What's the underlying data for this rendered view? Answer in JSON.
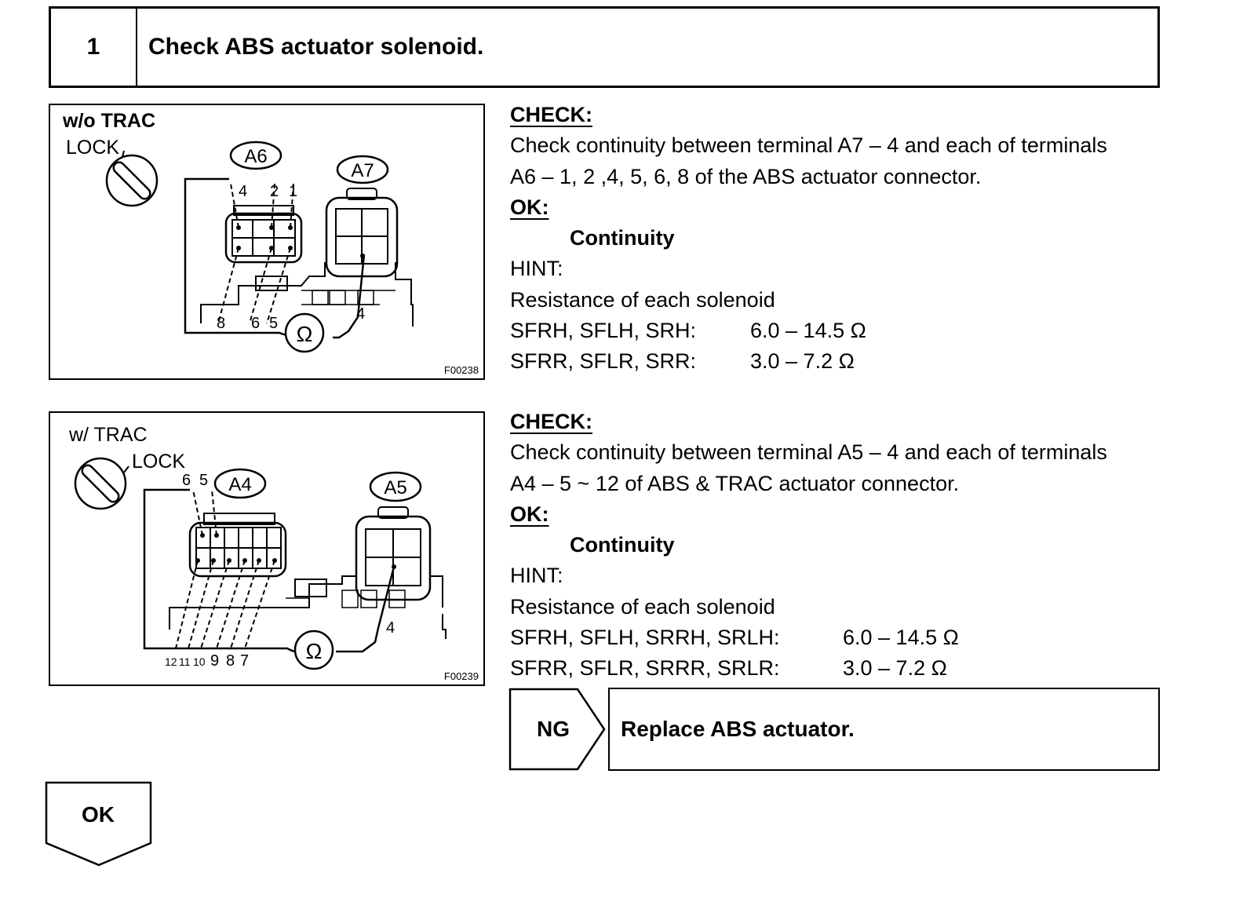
{
  "step": {
    "number": "1",
    "title": "Check ABS actuator solenoid."
  },
  "figure1": {
    "variant": "w/o TRAC",
    "lock": "LOCK",
    "conn_a": "A6",
    "conn_b": "A7",
    "pins_top": [
      "4",
      "2",
      "1"
    ],
    "pins_bottom": [
      "8",
      "6",
      "5"
    ],
    "pin_b": "4",
    "ohm": "Ω",
    "code": "F00238"
  },
  "figure2": {
    "variant": "w/ TRAC",
    "lock": "LOCK",
    "conn_a": "A4",
    "conn_b": "A5",
    "pins_top": [
      "6",
      "5"
    ],
    "pins_bottom": [
      "12",
      "11",
      "10",
      "9",
      "8",
      "7"
    ],
    "pin_b": "4",
    "ohm": "Ω",
    "code": "F00239"
  },
  "block1": {
    "check_label": "CHECK:",
    "check_text_1": "Check continuity between terminal A7 – 4 and each of terminals",
    "check_text_2": "A6 – 1, 2 ,4, 5, 6, 8 of the ABS actuator connector.",
    "ok_label": "OK:",
    "ok_value": "Continuity",
    "hint_label": "HINT:",
    "hint_text": "Resistance of each solenoid",
    "rows": [
      {
        "name": "SFRH, SFLH, SRH:",
        "value": "6.0 – 14.5 Ω"
      },
      {
        "name": "SFRR, SFLR, SRR:",
        "value": "3.0 – 7.2 Ω"
      }
    ]
  },
  "block2": {
    "check_label": "CHECK:",
    "check_text_1": "Check continuity between terminal A5 – 4 and each of terminals",
    "check_text_2": "A4 – 5 ~ 12 of ABS & TRAC actuator connector.",
    "ok_label": "OK:",
    "ok_value": "Continuity",
    "hint_label": "HINT:",
    "hint_text": "Resistance of each solenoid",
    "rows": [
      {
        "name": "SFRH, SFLH, SRRH, SRLH:",
        "value": "6.0 – 14.5 Ω"
      },
      {
        "name": "SFRR, SFLR, SRRR, SRLR:",
        "value": "3.0 – 7.2 Ω"
      }
    ]
  },
  "ng": {
    "label": "NG",
    "result": "Replace ABS actuator."
  },
  "ok": {
    "label": "OK"
  }
}
